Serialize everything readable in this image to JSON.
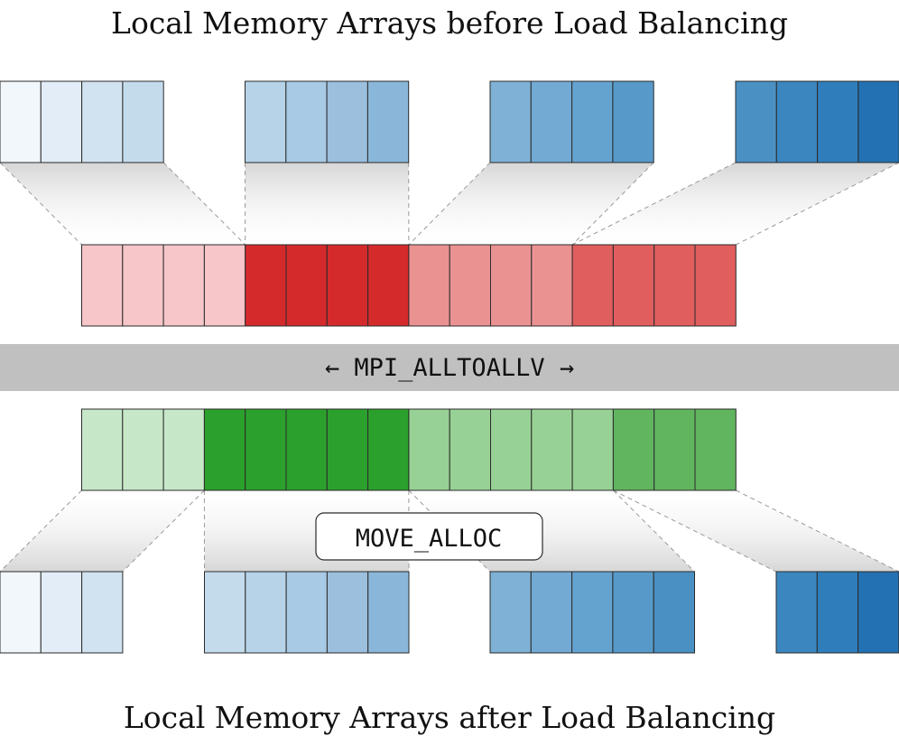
{
  "diagram": {
    "title_top": "Local Memory Arrays before Load Balancing",
    "title_bottom": "Local Memory Arrays after Load Balancing",
    "band_label": "← MPI_ALLTOALLV →",
    "move_label": "MOVE_ALLOC"
  },
  "colors": {
    "before_arrays": [
      [
        "#f2f7fc",
        "#e2edf7",
        "#d1e3f0",
        "#c4dbec"
      ],
      [
        "#b6d3e8",
        "#a9cae4",
        "#9bbfdd",
        "#8ab7d9"
      ],
      [
        "#7fb1d6",
        "#72aad4",
        "#64a2cf",
        "#579ac9"
      ],
      [
        "#4a90c3",
        "#3b86bf",
        "#2f7ebb",
        "#2371b2"
      ]
    ],
    "transfer_red": [
      "#f6c6c8",
      "#d42a2c",
      "#ea9292",
      "#e05e5e"
    ],
    "transfer_green": [
      "#c7e7c9",
      "#2ca02c",
      "#98d195",
      "#61b55f"
    ],
    "after_arrays": [
      [
        "#f2f7fc",
        "#e2edf7",
        "#d1e3f0"
      ],
      [
        "#c4dbec",
        "#b6d3e8",
        "#a9cae4",
        "#9bbfdd",
        "#8ab7d9"
      ],
      [
        "#7fb1d6",
        "#72aad4",
        "#64a2cf",
        "#579ac9",
        "#4a90c3"
      ],
      [
        "#3b86bf",
        "#2f7ebb",
        "#2371b2"
      ]
    ],
    "band": "#c0c0c0",
    "stroke": "#2b2b2b",
    "dash": "#9a9a9a"
  }
}
